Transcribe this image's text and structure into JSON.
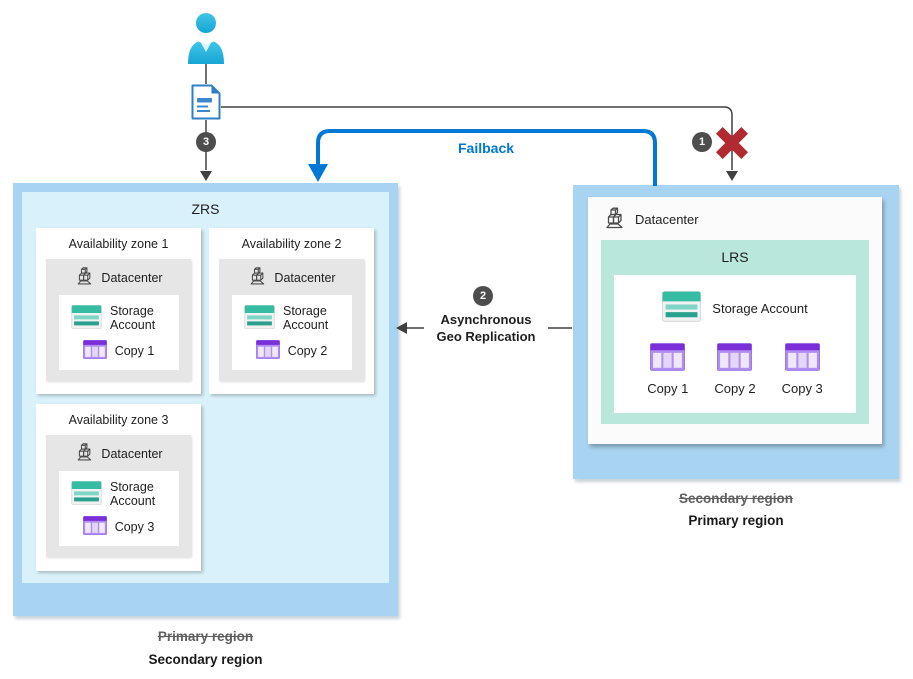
{
  "diagram": {
    "steps": {
      "one": "1",
      "two": "2",
      "three": "3"
    },
    "failback_label": "Failback",
    "async_label_line1": "Asynchronous",
    "async_label_line2": "Geo Replication"
  },
  "left_region": {
    "title": "ZRS",
    "zones": [
      {
        "title": "Availability zone 1",
        "datacenter": "Datacenter",
        "storage": "Storage Account",
        "copy": "Copy 1"
      },
      {
        "title": "Availability zone 2",
        "datacenter": "Datacenter",
        "storage": "Storage Account",
        "copy": "Copy 2"
      },
      {
        "title": "Availability zone 3",
        "datacenter": "Datacenter",
        "storage": "Storage Account",
        "copy": "Copy 3"
      }
    ],
    "previous_role": "Primary region",
    "current_role": "Secondary region"
  },
  "right_region": {
    "datacenter": "Datacenter",
    "title": "LRS",
    "storage": "Storage Account",
    "copies": [
      "Copy 1",
      "Copy 2",
      "Copy 3"
    ],
    "previous_role": "Secondary region",
    "current_role": "Primary region"
  },
  "icons": {
    "user": "person-icon",
    "document": "document-icon",
    "datacenter": "datacenter-icon",
    "storage": "storage-account-icon",
    "copy": "table-copy-icon",
    "error": "red-x-icon"
  },
  "colors": {
    "accent_blue": "#0078d4",
    "region_fill": "#a9d4f1",
    "zrs_fill": "#d9f1fa",
    "lrs_fill": "#b9e7db",
    "datacenter_fill": "#e6e6e6",
    "step_circle": "#4d4d4d",
    "error_red": "#b22a31",
    "storage_teal": "#37bca4",
    "copy_purple": "#7a2fd8"
  }
}
